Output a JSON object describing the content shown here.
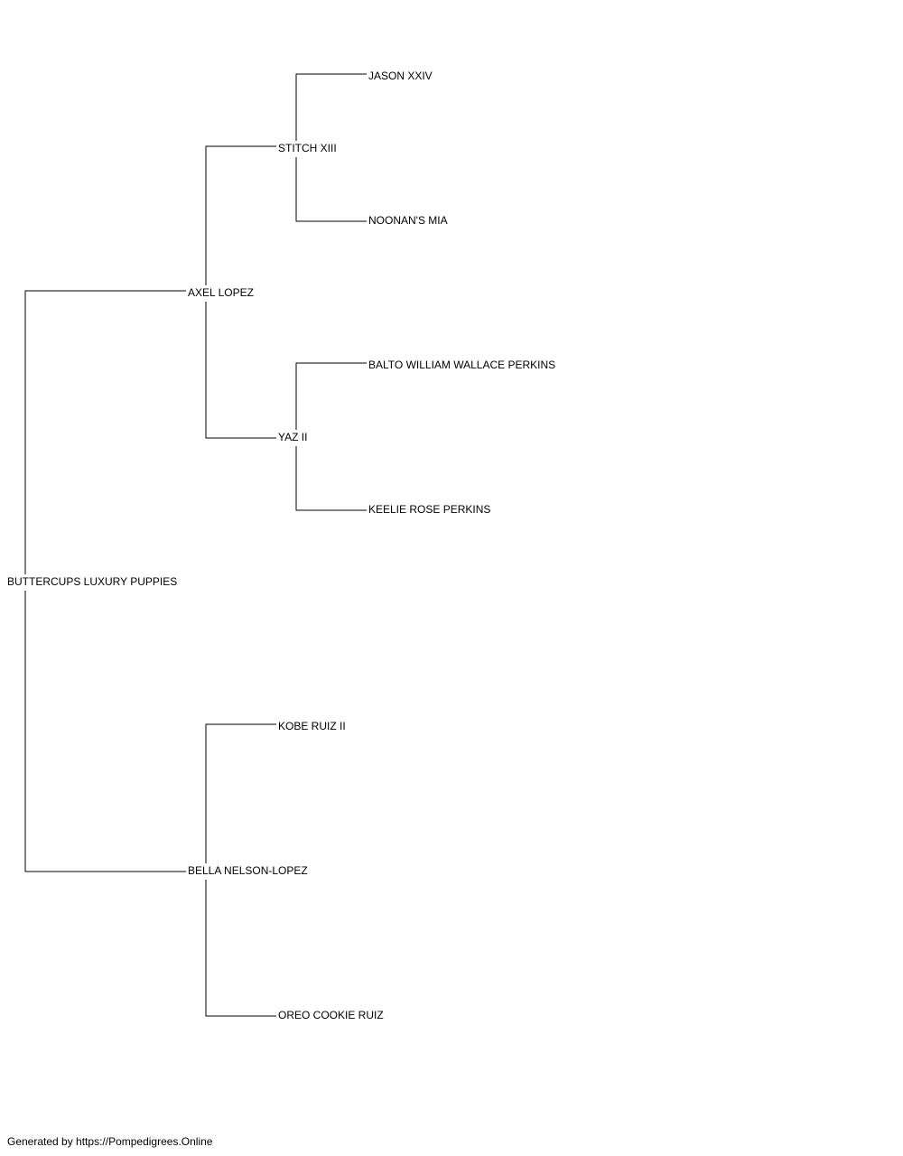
{
  "pedigree": {
    "subject": "BUTTERCUPS LUXURY PUPPIES",
    "sire": "AXEL LOPEZ",
    "dam": "BELLA NELSON-LOPEZ",
    "sire_sire": "STITCH XIII",
    "sire_dam": "YAZ II",
    "dam_sire": "KOBE RUIZ II",
    "dam_dam": "OREO COOKIE RUIZ",
    "sire_sire_sire": "JASON XXIV",
    "sire_sire_dam": "NOONAN'S MIA",
    "sire_dam_sire": "BALTO WILLIAM WALLACE PERKINS",
    "sire_dam_dam": "KEELIE ROSE PERKINS"
  },
  "footer": {
    "text": "Generated by https://Pompedigrees.Online"
  },
  "colors": {
    "line": "#000000",
    "text": "#000000",
    "background": "#ffffff"
  }
}
